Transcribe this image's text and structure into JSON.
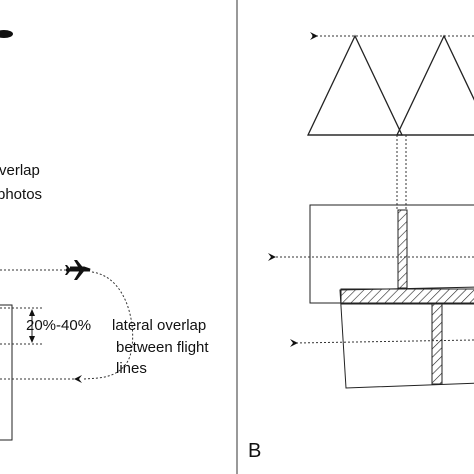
{
  "panel_a": {
    "overlap_label_line1": "verlap",
    "overlap_label_line2": "photos",
    "lateral_percent": "20%-40%",
    "lateral_label_line1": "lateral overlap",
    "lateral_label_line2": "between flight",
    "lateral_label_line3": "lines"
  },
  "panel_b": {
    "letter": "B"
  },
  "icons": {
    "airplane": "airplane-icon",
    "blimp": "aircraft-silhouette-icon",
    "arrowhead": "flight-direction-arrow-icon"
  }
}
